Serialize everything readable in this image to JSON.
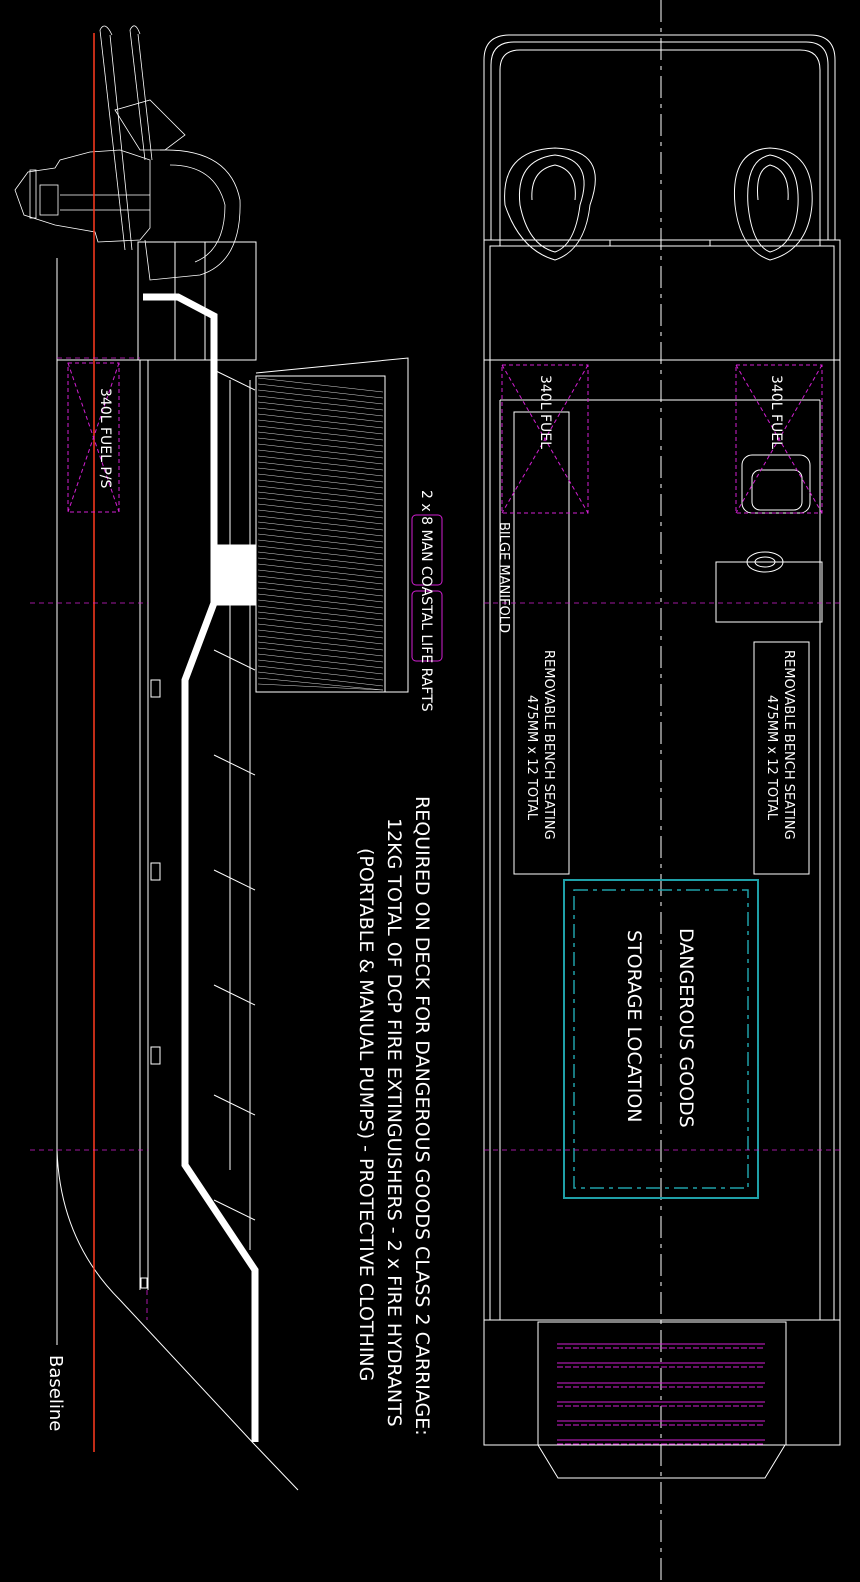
{
  "labels": {
    "fuel_ps": "340L FUEL P/S",
    "liferafts": "2 x 8 MAN COASTAL LIFE RAFTS",
    "baseline": "Baseline",
    "required_line1": "REQUIRED ON DECK FOR DANGEROUS GOODS CLASS 2 CARRIAGE:",
    "required_line2": "12KG TOTAL OF DCP FIRE EXTINGUISHERS - 2 x FIRE HYDRANTS",
    "required_line3": "(PORTABLE & MANUAL PUMPS) - PROTECTIVE CLOTHING",
    "fuel_port": "340L FUEL",
    "fuel_stbd": "340L FUEL",
    "bilge_manifold": "BILGE MANIFOLD",
    "bench_port_line1": "REMOVABLE BENCH SEATING",
    "bench_port_line2": "475MM x 12 TOTAL",
    "bench_stbd_line1": "REMOVABLE BENCH SEATING",
    "bench_stbd_line2": "475MM x 12 TOTAL",
    "dg_line1": "DANGEROUS GOODS",
    "dg_line2": "STORAGE LOCATION"
  },
  "colors": {
    "background": "#000000",
    "line": "#ffffff",
    "datum": "#ff3b1f",
    "fuel_zone": "#d21fd2",
    "dg_zone": "#1fa0a8"
  }
}
